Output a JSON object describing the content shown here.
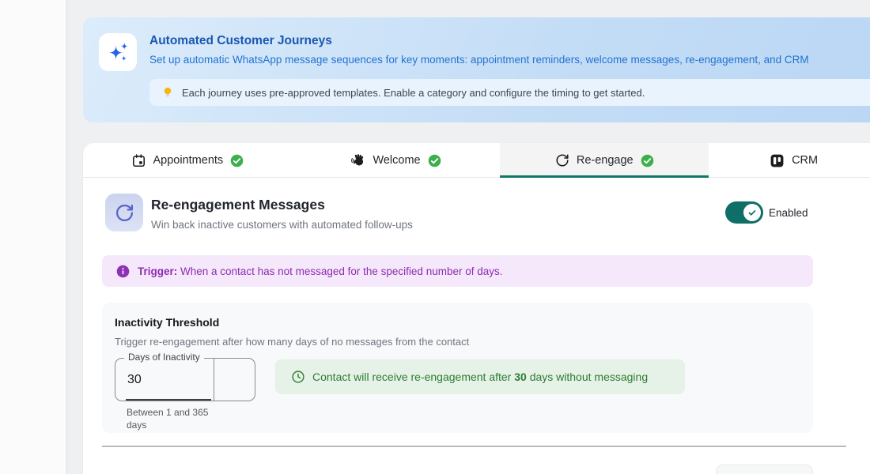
{
  "banner": {
    "icon": "sparkles-icon",
    "title": "Automated Customer Journeys",
    "subtitle": "Set up automatic WhatsApp message sequences for key moments: appointment reminders, welcome messages, re-engagement, and CRM",
    "tip_icon": "lightbulb-icon",
    "tip": "Each journey uses pre-approved templates. Enable a category and configure the timing to get started."
  },
  "tabs": [
    {
      "label": "Appointments",
      "icon": "calendar-icon",
      "status_icon": "check-circle-icon",
      "active": false
    },
    {
      "label": "Welcome",
      "icon": "waving-hand-icon",
      "status_icon": "check-circle-icon",
      "active": false
    },
    {
      "label": "Re-engage",
      "icon": "refresh-icon",
      "status_icon": "check-circle-icon",
      "active": true
    },
    {
      "label": "CRM",
      "icon": "kanban-icon",
      "active": false
    }
  ],
  "section": {
    "icon": "refresh-icon",
    "title": "Re-engagement Messages",
    "subtitle": "Win back inactive customers with automated follow-ups",
    "toggle": {
      "state": "on",
      "label": "Enabled"
    },
    "trigger": {
      "icon": "info-icon",
      "label": "Trigger:",
      "text": " When a contact has not messaged for the specified number of days."
    },
    "threshold": {
      "title": "Inactivity Threshold",
      "description": "Trigger re-engagement after how many days of no messages from the contact",
      "input_label": "Days of Inactivity",
      "input_value": "30",
      "input_helper": "Between 1 and 365 days",
      "summary_icon": "clock-icon",
      "summary_prefix": "Contact will receive re-engagement after ",
      "summary_value": "30",
      "summary_suffix": " days without messaging"
    }
  },
  "colors": {
    "banner_bg": "#c4ddf6",
    "banner_title": "#1a57b0",
    "banner_subtitle": "#2273d3",
    "active_tab_accent": "#12766b",
    "toggle_on": "#0d6f66",
    "trigger_bg": "#f5e8fb",
    "trigger_text": "#8e2cb2",
    "summary_bg": "#e6f2e7",
    "summary_text": "#2d7c32",
    "check_green": "#3db04c",
    "sparkle_blue": "#2563eb",
    "header_icon_indigo": "#5766c6"
  }
}
